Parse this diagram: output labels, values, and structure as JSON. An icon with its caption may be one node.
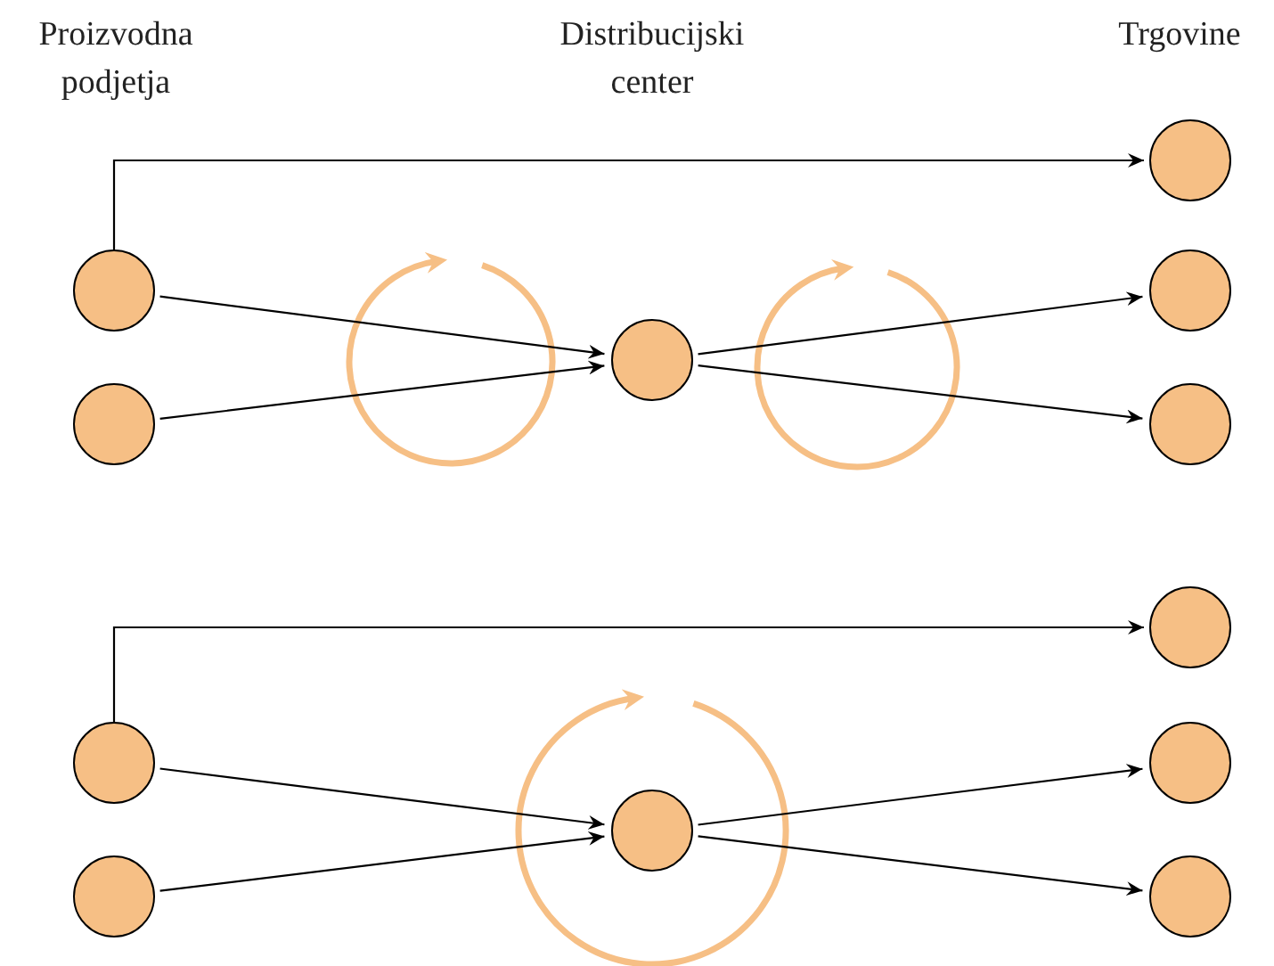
{
  "diagram": {
    "nodes": [
      {
        "text": [],
        "shape": "circle"
      },
      {
        "text": [],
        "shape": "circle"
      },
      {
        "text": [],
        "shape": "circle"
      },
      {
        "text": [],
        "shape": "circle"
      },
      {
        "text": [],
        "shape": "circle"
      },
      {
        "text": [],
        "shape": "circle"
      },
      {
        "text": [],
        "shape": "circle"
      },
      {
        "text": [],
        "shape": "circle"
      },
      {
        "text": [],
        "shape": "circle"
      },
      {
        "text": [],
        "shape": "circle"
      },
      {
        "text": [],
        "shape": "circle"
      },
      {
        "text": [],
        "shape": "circle"
      }
    ],
    "edges": [
      {
        "from": 0,
        "to": 3,
        "arrow": "to"
      },
      {
        "from": 0,
        "to": 2,
        "arrow": "to"
      },
      {
        "from": 1,
        "to": 2,
        "arrow": "to"
      },
      {
        "from": 2,
        "to": 4,
        "arrow": "to"
      },
      {
        "from": 2,
        "to": 5,
        "arrow": "to"
      },
      {
        "from": 6,
        "to": 9,
        "arrow": "to"
      },
      {
        "from": 6,
        "to": 8,
        "arrow": "to"
      },
      {
        "from": 7,
        "to": 8,
        "arrow": "to"
      },
      {
        "from": 8,
        "to": 10,
        "arrow": "to"
      },
      {
        "from": 8,
        "to": 11,
        "arrow": "to"
      }
    ],
    "labels": [
      "Proizvodna podjetja",
      "Distribucijski center",
      "Trgovine"
    ]
  }
}
